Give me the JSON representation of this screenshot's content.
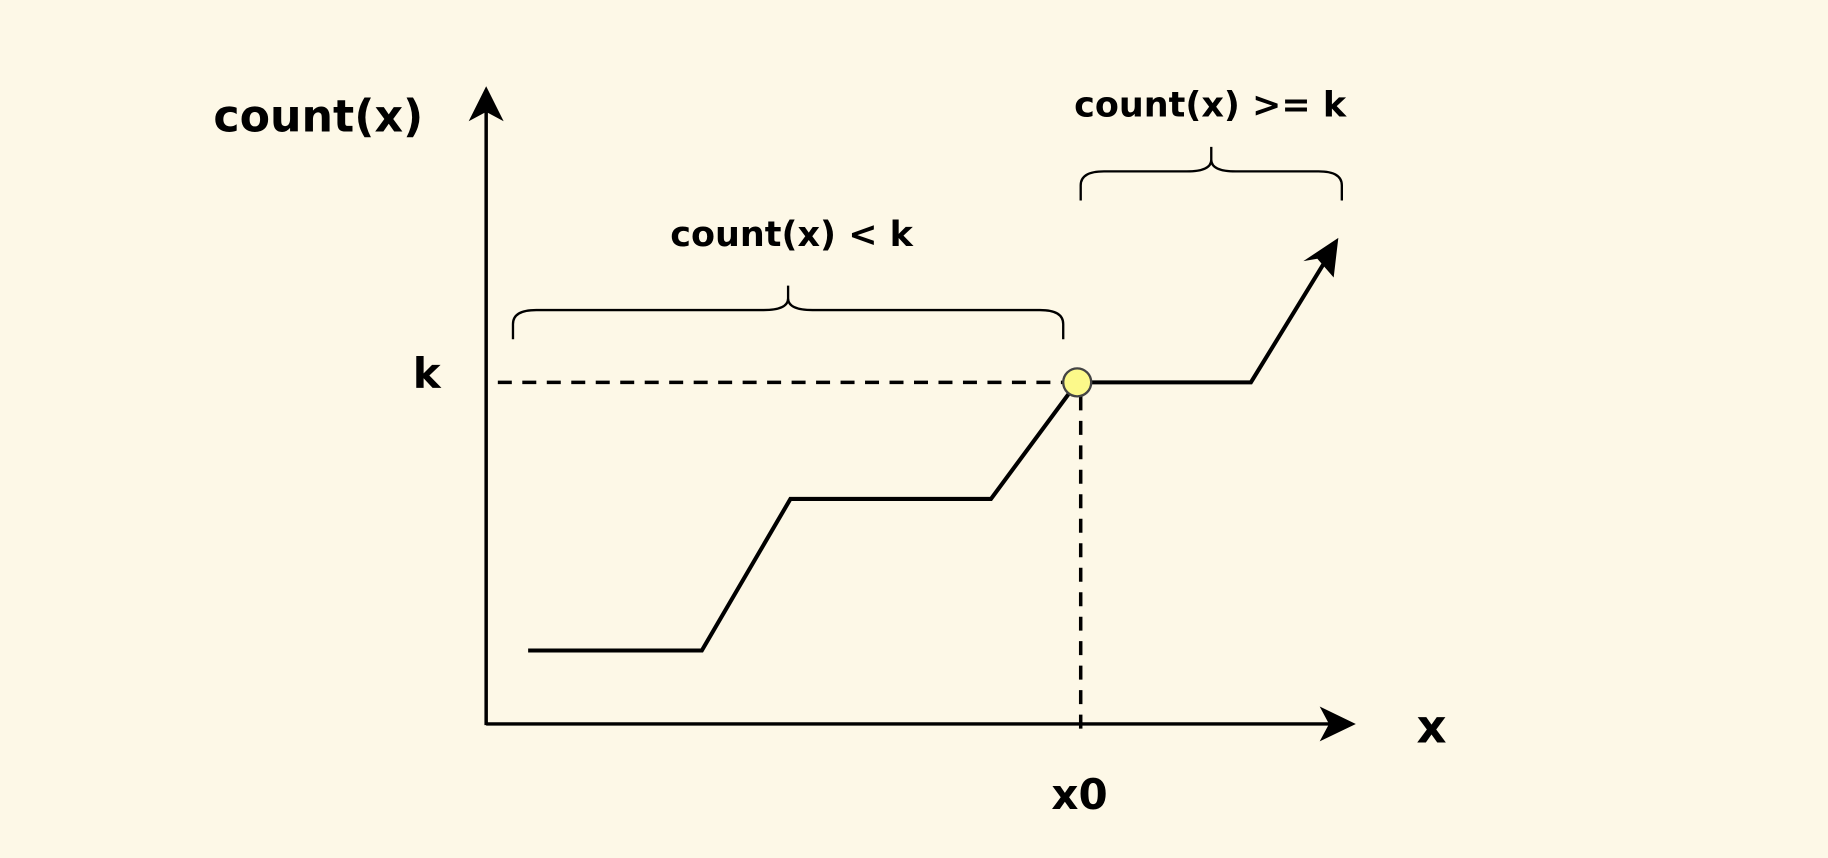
{
  "diagram": {
    "y_axis_label": "count(x)",
    "x_axis_label": "x",
    "k_label": "k",
    "x0_label": "x0",
    "brace_left_label": "count(x) < k",
    "brace_right_label": "count(x) >= k"
  },
  "colors": {
    "background": "#fdf8e7",
    "stroke": "#000000",
    "marker_fill": "#fcf98a"
  }
}
